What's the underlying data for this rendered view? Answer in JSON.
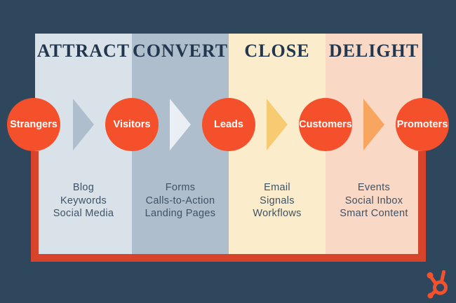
{
  "palette": {
    "background": "#2f475c",
    "frame_border": "#d8432b",
    "circle_fill": "#f4502b",
    "title_color": "#22364e",
    "list_color": "#3e5266",
    "circle_label_color": "#ffffff",
    "logo_color": "#f4512f"
  },
  "stages": [
    {
      "title": "ATTRACT",
      "column_color": "#dae2e9",
      "items": [
        "Blog",
        "Keywords",
        "Social Media"
      ]
    },
    {
      "title": "CONVERT",
      "column_color": "#aebecd",
      "items": [
        "Forms",
        "Calls-to-Action",
        "Landing Pages"
      ]
    },
    {
      "title": "CLOSE",
      "column_color": "#fbedcb",
      "items": [
        "Email",
        "Signals",
        "Workflows"
      ]
    },
    {
      "title": "DELIGHT",
      "column_color": "#f9d9c6",
      "items": [
        "Events",
        "Social Inbox",
        "Smart Content"
      ]
    }
  ],
  "personas": [
    {
      "label": "Strangers"
    },
    {
      "label": "Visitors"
    },
    {
      "label": "Leads"
    },
    {
      "label": "Customers"
    },
    {
      "label": "Promoters"
    }
  ],
  "arrows": [
    {
      "name": "strangers-to-visitors",
      "color": "#aebecd"
    },
    {
      "name": "visitors-to-leads",
      "color": "#e9eff4"
    },
    {
      "name": "leads-to-customers",
      "color": "#f8cb72"
    },
    {
      "name": "customers-to-promoters",
      "color": "#f7a55f"
    }
  ],
  "logo": {
    "name": "hubspot-sprocket"
  }
}
